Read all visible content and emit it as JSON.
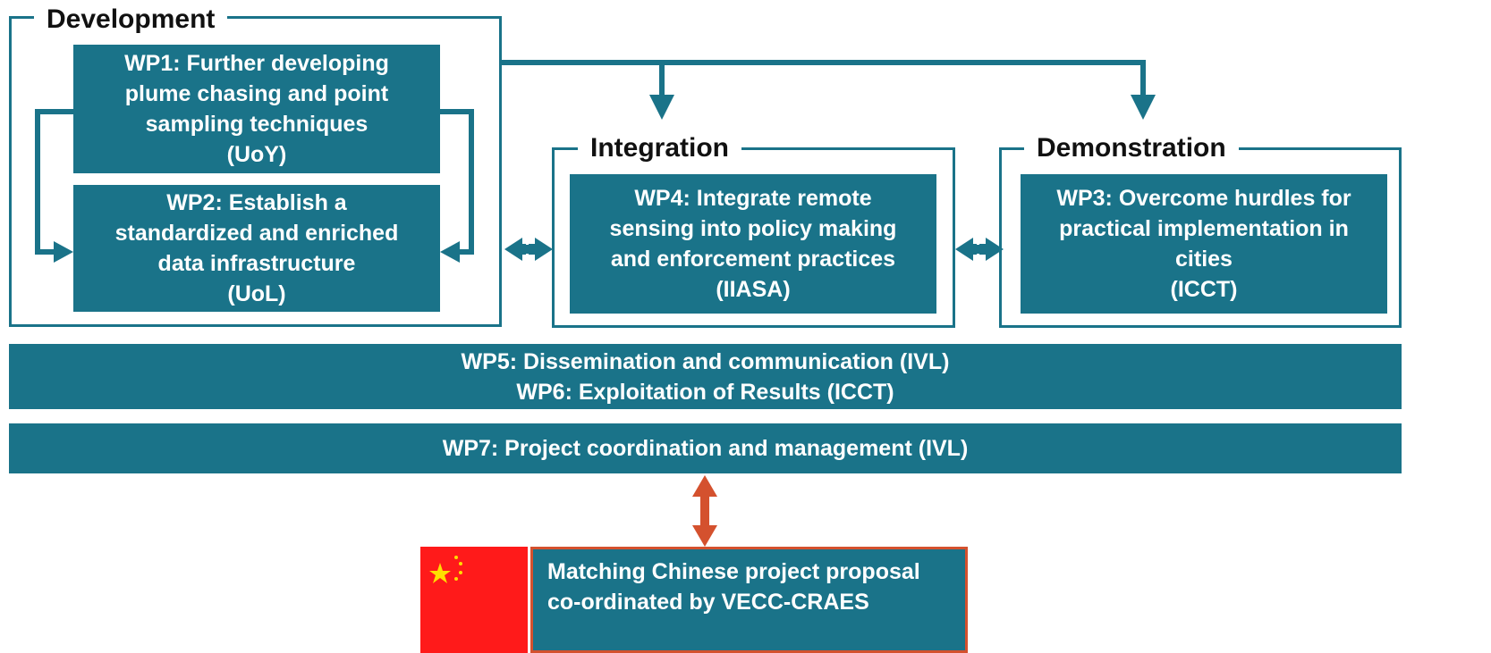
{
  "development": {
    "title": "Development",
    "wp1": "WP1: Further developing\nplume chasing and point\nsampling techniques\n(UoY)",
    "wp2": "WP2: Establish a\nstandardized and enriched\ndata infrastructure\n(UoL)"
  },
  "integration": {
    "title": "Integration",
    "wp4": "WP4: Integrate remote\nsensing into policy making\nand enforcement practices\n(IIASA)"
  },
  "demonstration": {
    "title": "Demonstration",
    "wp3": "WP3: Overcome hurdles for\npractical implementation in\ncities\n(ICCT)"
  },
  "bars": {
    "wp5": "WP5: Dissemination and communication (IVL)",
    "wp6": "WP6: Exploitation of Results (ICCT)",
    "wp7": "WP7: Project coordination and management (IVL)"
  },
  "china": {
    "text": "Matching Chinese project proposal\nco-ordinated by VECC-CRAES",
    "flag_icon": "china-flag-icon"
  },
  "colors": {
    "primary": "#1a7389",
    "accent": "#d4512e",
    "flag_red": "#ff1a1a",
    "flag_star": "#ffde00"
  }
}
